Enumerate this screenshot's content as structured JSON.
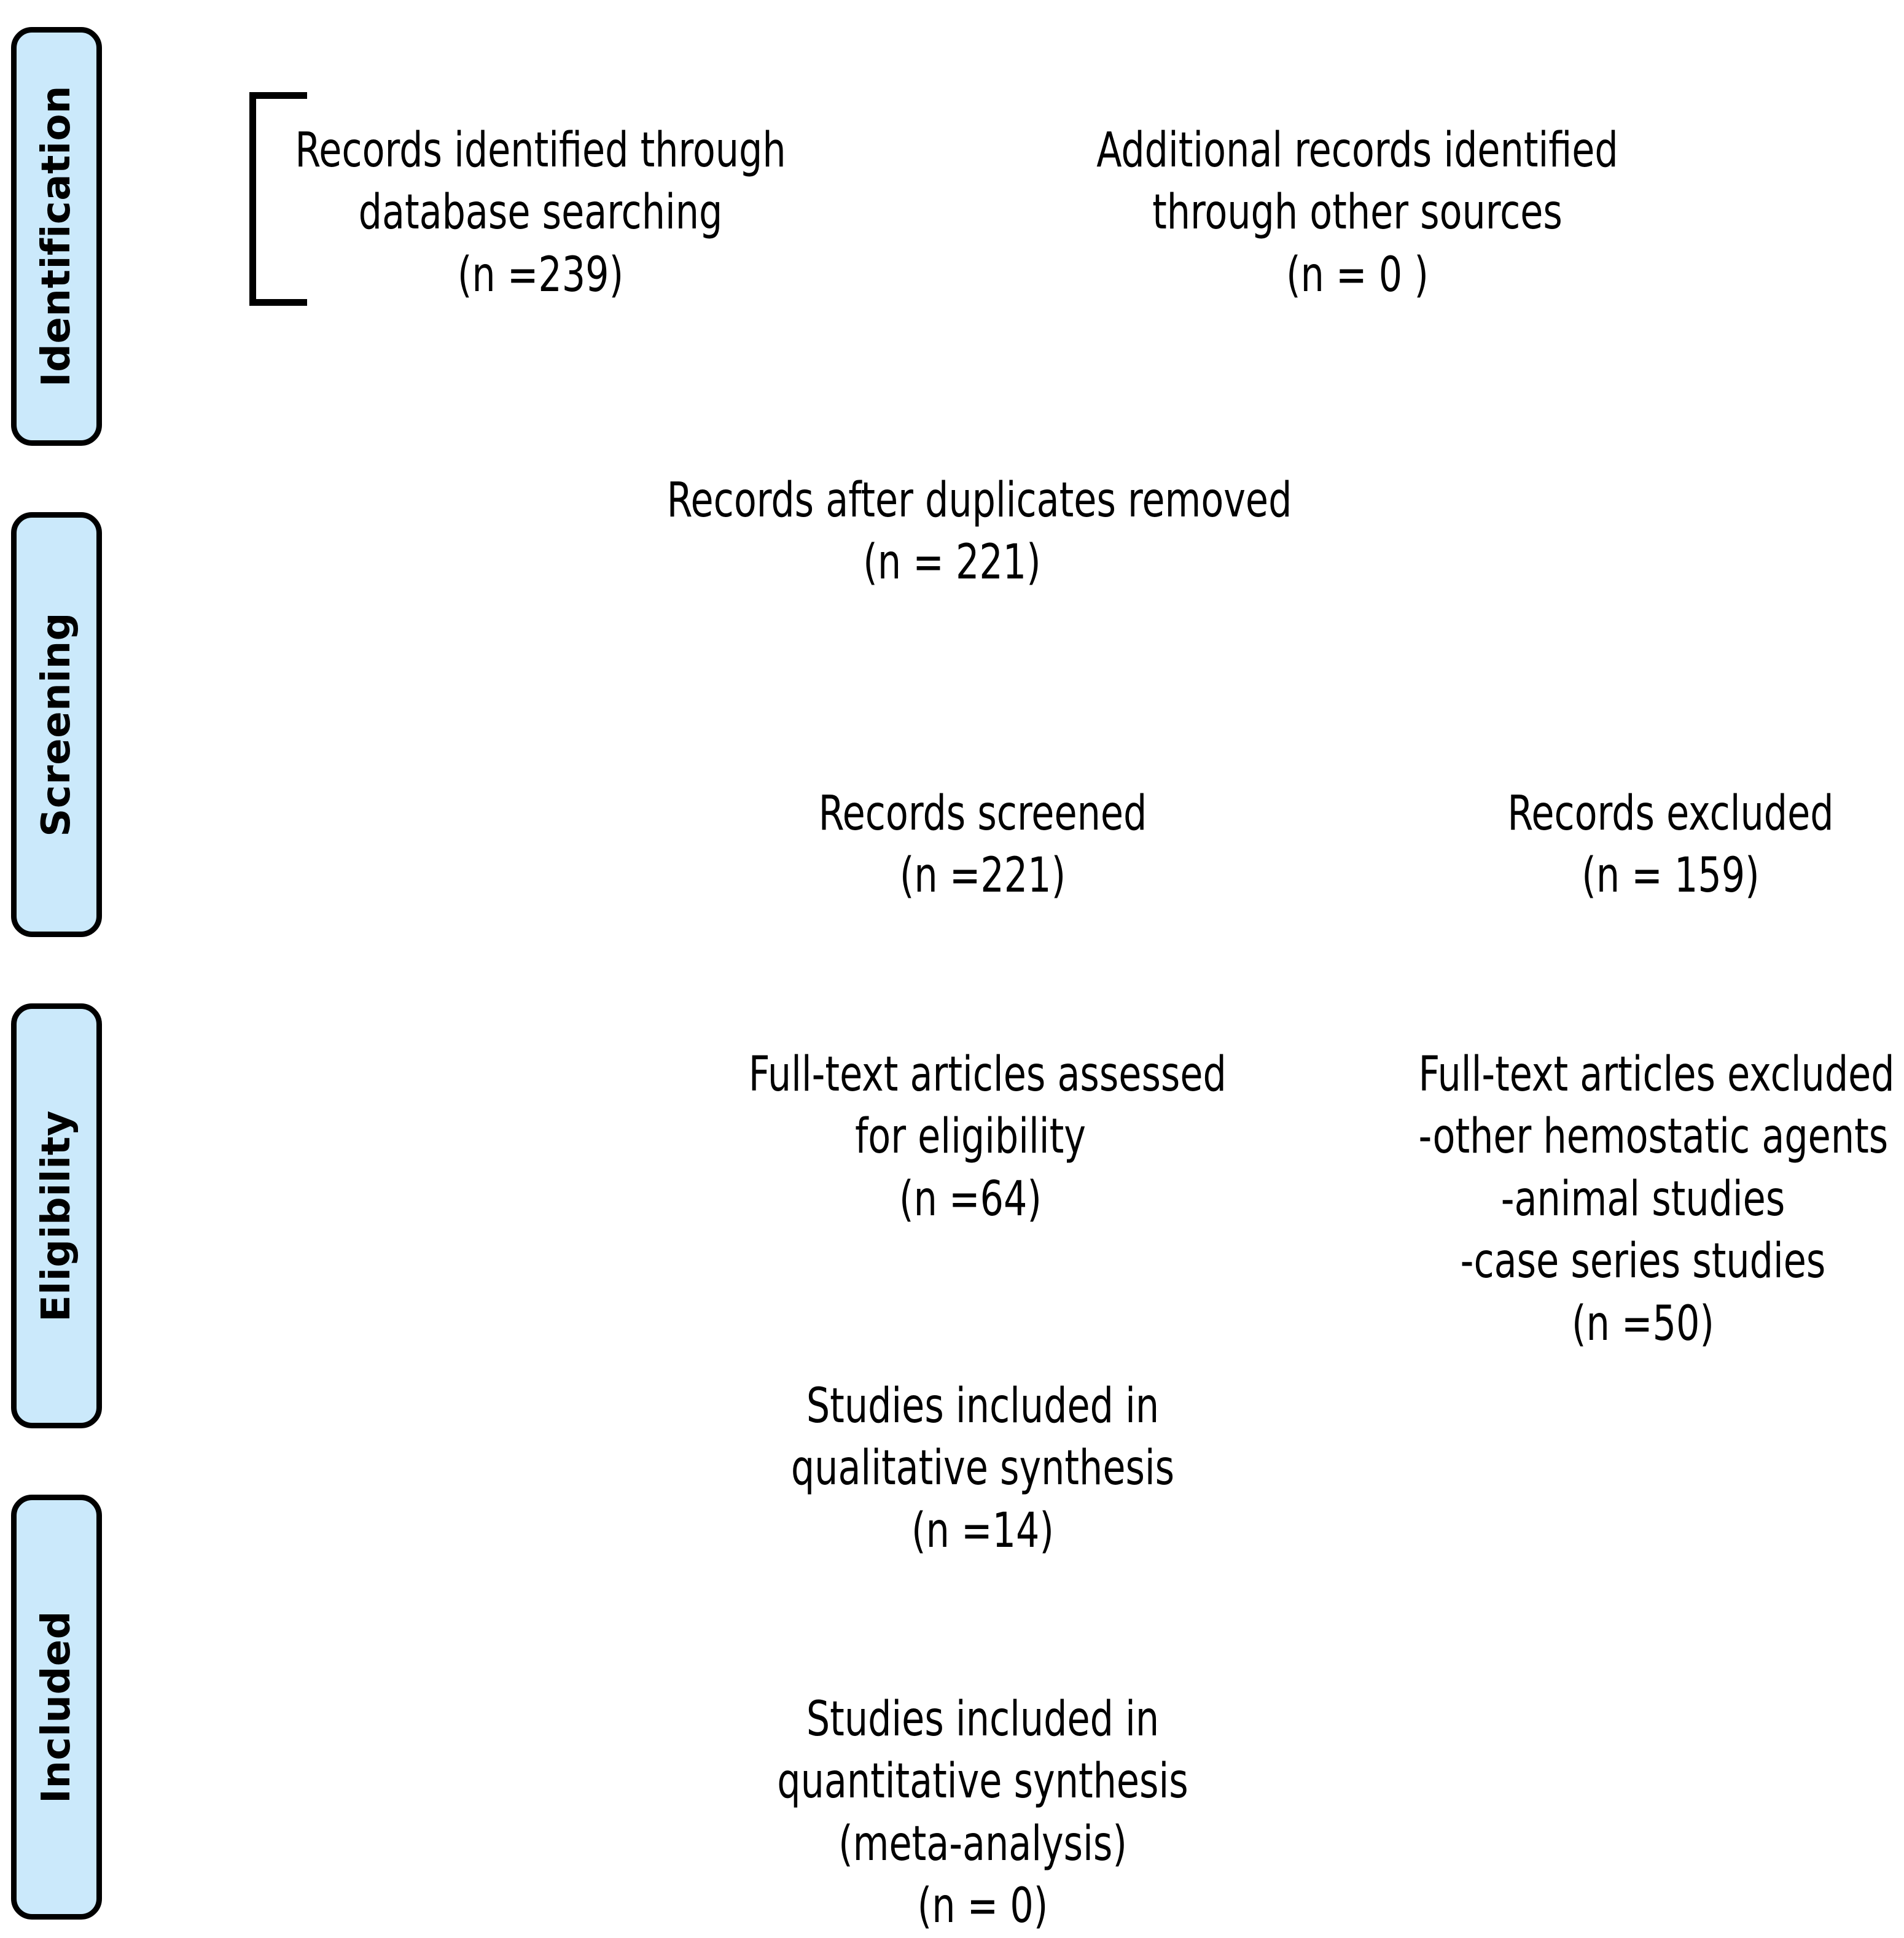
{
  "diagram": {
    "type": "prisma-flow-diagram",
    "background_color": "#ffffff",
    "text_color": "#000000",
    "phase_box_fill": "#cbe9fb",
    "phase_box_border": "#000000"
  },
  "phases": [
    {
      "key": "identification",
      "label": "Identification"
    },
    {
      "key": "screening",
      "label": "Screening"
    },
    {
      "key": "eligibility",
      "label": "Eligibility"
    },
    {
      "key": "included",
      "label": "Included"
    }
  ],
  "blocks": {
    "database_searching": {
      "line1": "Records identified through",
      "line2": "database searching",
      "line3": "(n =239)",
      "count": 239
    },
    "other_sources": {
      "line1": "Additional records identified",
      "line2": "through other sources",
      "line3": "(n = 0 )",
      "count": 0
    },
    "duplicates_removed": {
      "line1": "Records after duplicates removed",
      "line2": "(n = 221)",
      "count": 221
    },
    "records_screened": {
      "line1": "Records screened",
      "line2": "(n =221)",
      "count": 221
    },
    "records_excluded": {
      "line1": "Records excluded",
      "line2": "(n = 159)",
      "count": 159
    },
    "fulltext_assessed": {
      "line1": "Full-text articles assessed",
      "line2": "for eligibility",
      "line3": "(n =64)",
      "count": 64
    },
    "fulltext_excluded": {
      "line1": "Full-text articles excluded",
      "line2": "-other hemostatic agents",
      "line3": "-animal studies",
      "line4": "-case series studies",
      "line5": "(n =50)",
      "count": 50
    },
    "qualitative_synthesis": {
      "line1": "Studies included in",
      "line2": "qualitative synthesis",
      "line3": "(n =14)",
      "count": 14
    },
    "quantitative_synthesis": {
      "line1": "Studies included in",
      "line2": "quantitative synthesis",
      "line3": "(meta-analysis)",
      "line4": "(n = 0)",
      "count": 0
    }
  }
}
